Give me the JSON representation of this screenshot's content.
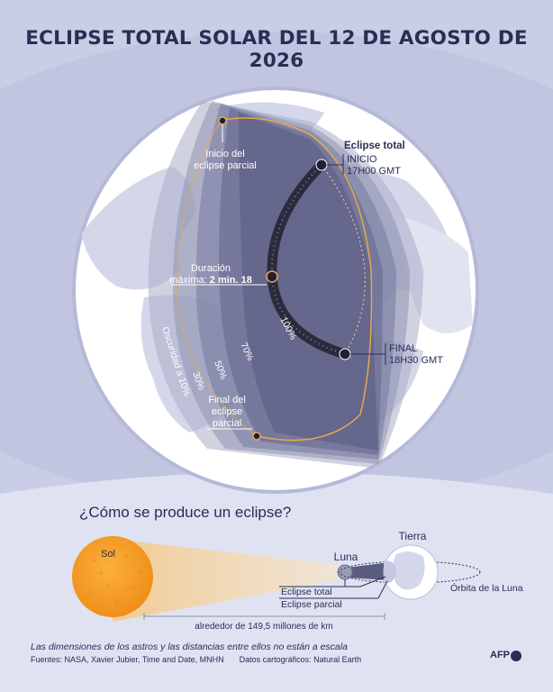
{
  "title": "ECLIPSE TOTAL SOLAR DEL 12 DE AGOSTO DE 2026",
  "map": {
    "total_heading": "Eclipse total",
    "start_label": "INICIO",
    "start_time": "17H00 GMT",
    "end_label": "FINAL",
    "end_time": "18H30 GMT",
    "partial_start_l1": "Inicio del",
    "partial_start_l2": "eclipse parcial",
    "partial_end_l1": "Final del",
    "partial_end_l2": "eclipse",
    "partial_end_l3": "parcial",
    "duration_l1": "Duración",
    "duration_l2_prefix": "máxima: ",
    "duration_l2_value": "2 min. 18",
    "band_100": "100%",
    "band_70": "70%",
    "band_50": "50%",
    "band_30": "30%",
    "band_10": "Oscuridad a 10%"
  },
  "diagram": {
    "question": "¿Cómo se produce un eclipse?",
    "sun": "Sol",
    "moon": "Luna",
    "earth": "Tierra",
    "eclipse_total": "Eclipse total",
    "eclipse_partial": "Eclipse parcial",
    "moon_orbit": "Órbita de la Luna",
    "distance": "alrededor de 149,5 millones de km"
  },
  "footer": {
    "note": "Las dimensiones de los astros y las distancias entre ellos no están a escala",
    "sources": "Fuentes: NASA, Xavier Jubier, Time and Date, MNHN",
    "carto": "Datos cartográficos: Natural Earth",
    "logo": "AFP"
  },
  "colors": {
    "background": "#c9cde6",
    "title": "#2a2d54",
    "path_total": "#2b2b3d",
    "partial_edge": "#e8a84a",
    "sun": "#f39c21"
  }
}
